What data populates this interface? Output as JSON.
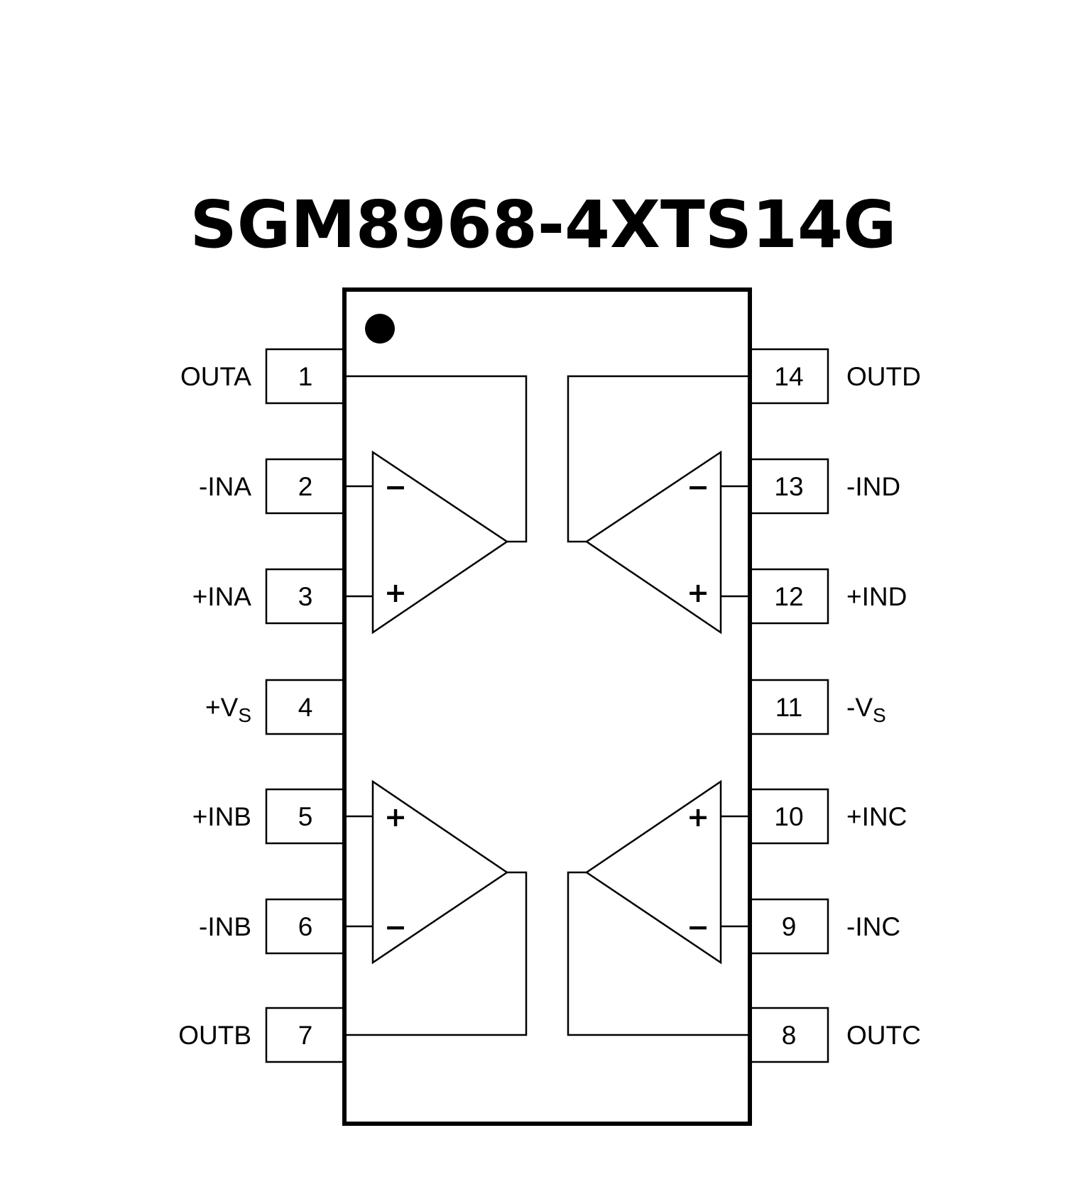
{
  "title": "SGM8968-4XTS14G",
  "left_pins": [
    {
      "num": "1",
      "label": "OUTA"
    },
    {
      "num": "2",
      "label": "-INA"
    },
    {
      "num": "3",
      "label": "+INA"
    },
    {
      "num": "4",
      "label": "+V",
      "sub": "S"
    },
    {
      "num": "5",
      "label": "+INB"
    },
    {
      "num": "6",
      "label": "-INB"
    },
    {
      "num": "7",
      "label": "OUTB"
    }
  ],
  "right_pins": [
    {
      "num": "14",
      "label": "OUTD"
    },
    {
      "num": "13",
      "label": "-IND"
    },
    {
      "num": "12",
      "label": "+IND"
    },
    {
      "num": "11",
      "label": "-V",
      "sub": "S"
    },
    {
      "num": "10",
      "label": "+INC"
    },
    {
      "num": "9",
      "label": "-INC"
    },
    {
      "num": "8",
      "label": "OUTC"
    }
  ],
  "signs": {
    "minus": "−",
    "plus": "+"
  }
}
